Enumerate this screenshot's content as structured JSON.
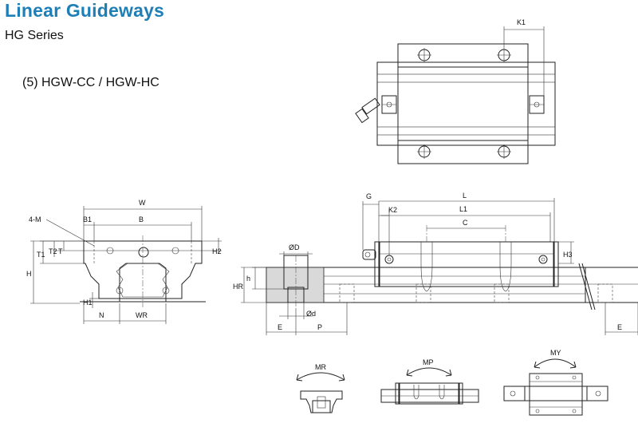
{
  "header": {
    "title": "Linear Guideways",
    "subtitle": "HG Series",
    "model": "(5) HGW-CC / HGW-HC"
  },
  "top_view": {
    "labels": {
      "k1": "K1"
    }
  },
  "front_view": {
    "labels": {
      "w": "W",
      "b1": "B1",
      "b": "B",
      "m": "4-M",
      "t1": "T1",
      "t2": "T2",
      "t": "T",
      "h2": "H2",
      "h": "H",
      "h1": "H1",
      "n": "N",
      "wr": "WR"
    }
  },
  "side_view": {
    "labels": {
      "g": "G",
      "l": "L",
      "k2": "K2",
      "l1": "L1",
      "c": "C",
      "h3": "H3",
      "od": "ØD",
      "h_small": "h",
      "hr": "HR",
      "od_small": "Ød",
      "e_left": "E",
      "p": "P",
      "e_right": "E"
    }
  },
  "moments": {
    "mr": "MR",
    "mp": "MP",
    "my": "MY"
  }
}
